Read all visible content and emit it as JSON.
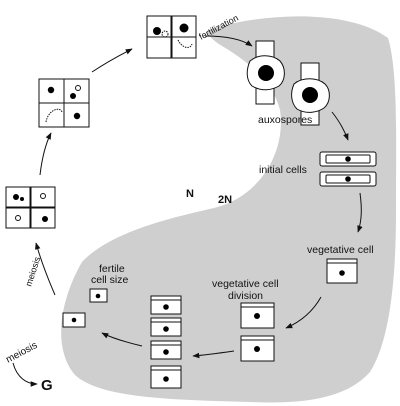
{
  "labels": {
    "fertilization": "fertilization",
    "auxospores": "auxospores",
    "initial_cells": "initial cells",
    "vegetative_cell": "vegetative cell",
    "vegetative_cell_division_1": "vegetative cell",
    "vegetative_cell_division_2": "division",
    "fertile_cell_size_1": "fertile",
    "fertile_cell_size_2": "cell size",
    "meiosis_arc": "meiosis",
    "meiosis_curl": "meiosis",
    "g_phase": "G",
    "haploid_region": "N",
    "diploid_region": "2N"
  },
  "colors": {
    "diploid_region_fill": "#cfcfcf",
    "line": "#111111",
    "nucleus": "#000000",
    "cell_fill": "#ffffff"
  }
}
